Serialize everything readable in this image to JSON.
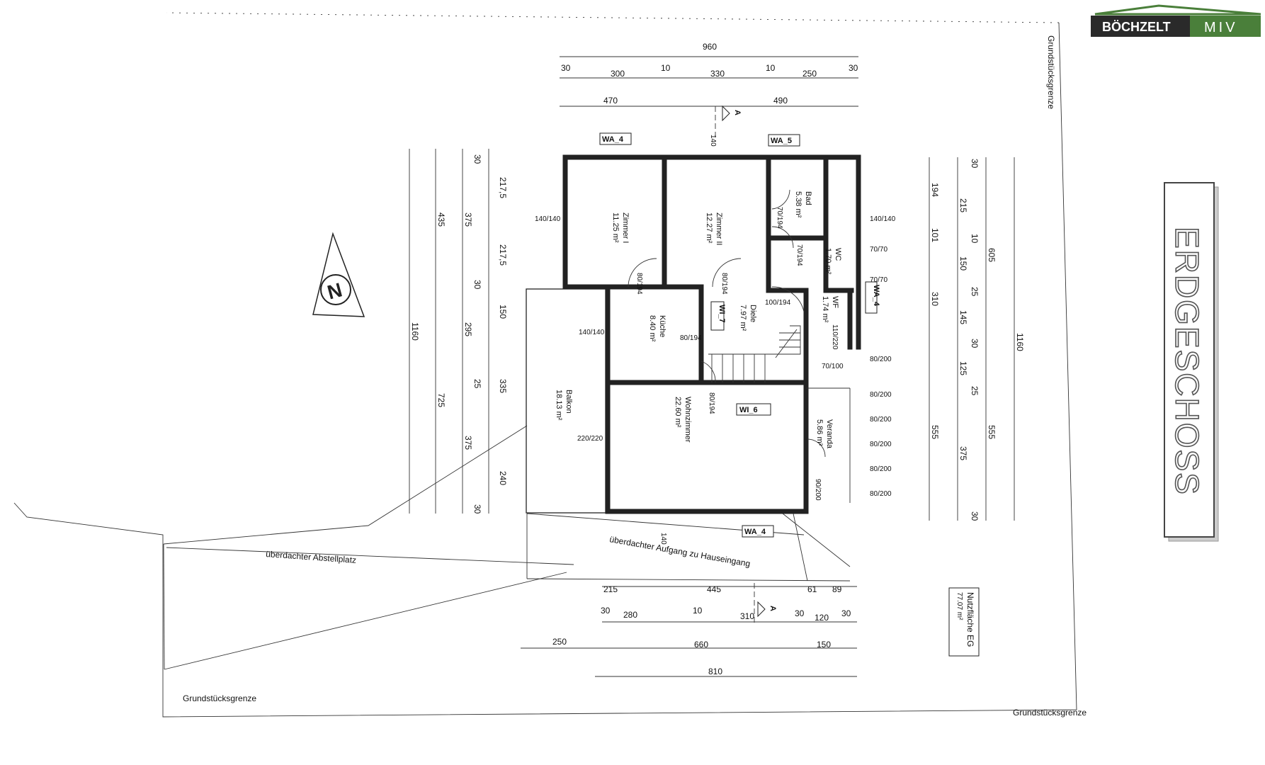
{
  "logo": {
    "name": "BÖCHZELT",
    "suffix": "MIV",
    "accent": "#4a7f3a"
  },
  "title": "ERDGESCHOSS",
  "boundary_labels": {
    "top_right": "Grundstücksgrenze",
    "bottom_left": "Grundstücksgrenze",
    "bottom_right": "Grundstücksgrenze"
  },
  "areas": {
    "carport": "überdachter Abstellplatz",
    "entrance": "überdachter Aufgang zu Hauseingang"
  },
  "usable_area": {
    "label": "Nutzfläche EG",
    "value": "77.07 m²"
  },
  "section_marker": "A",
  "rooms": [
    {
      "name": "Zimmer I",
      "area": "11.25 m²"
    },
    {
      "name": "Zimmer II",
      "area": "12.27 m²"
    },
    {
      "name": "Bad",
      "area": "5.38 m²"
    },
    {
      "name": "WC",
      "area": "1.70 m²"
    },
    {
      "name": "WF",
      "area": "1.74 m²"
    },
    {
      "name": "Diele",
      "area": "7.97 m²"
    },
    {
      "name": "Küche",
      "area": "8.40 m²"
    },
    {
      "name": "Balkon",
      "area": "18.13 m²"
    },
    {
      "name": "Wohnzimmer",
      "area": "22.60 m²"
    },
    {
      "name": "Veranda",
      "area": "5.86 m²"
    }
  ],
  "window_tags": [
    "WA_4",
    "WA_5",
    "WA_4",
    "WA_4",
    "WI_7",
    "WI_6"
  ],
  "dims_top": {
    "total": "960",
    "row1": [
      "30",
      "300",
      "10",
      "330",
      "10",
      "250",
      "30"
    ],
    "row2": [
      "470",
      "490"
    ]
  },
  "dims_bottom": {
    "row1": [
      "215",
      "445",
      "61",
      "89"
    ],
    "row2": [
      "30",
      "280",
      "10",
      "310",
      "30",
      "120",
      "30"
    ],
    "row3": [
      "250",
      "660",
      "150"
    ],
    "row4": [
      "810"
    ]
  },
  "dims_left": {
    "c1": [
      "1160"
    ],
    "c2": [
      "435",
      "725"
    ],
    "c3": [
      "30",
      "375",
      "30",
      "295",
      "25",
      "375",
      "30"
    ],
    "c4": [
      "217,5",
      "217,5",
      "150",
      "335",
      "240"
    ]
  },
  "dims_right": {
    "c1": [
      "194",
      "101",
      "310",
      "555"
    ],
    "c2": [
      "30",
      "215",
      "10",
      "150",
      "25",
      "145",
      "30",
      "125",
      "25",
      "375",
      "30"
    ],
    "c3": [
      "605",
      "555"
    ],
    "c4": [
      "1160"
    ]
  },
  "openings": [
    "140/140",
    "140/140",
    "140/140",
    "220/220",
    "80/194",
    "80/194",
    "70/194",
    "70/194",
    "100/194",
    "80/194",
    "80/194",
    "70/100",
    "90/200",
    "140",
    "140",
    "70/70",
    "70/70",
    "80/200",
    "80/200",
    "80/200",
    "80/200",
    "80/200",
    "80/200",
    "110/220"
  ]
}
